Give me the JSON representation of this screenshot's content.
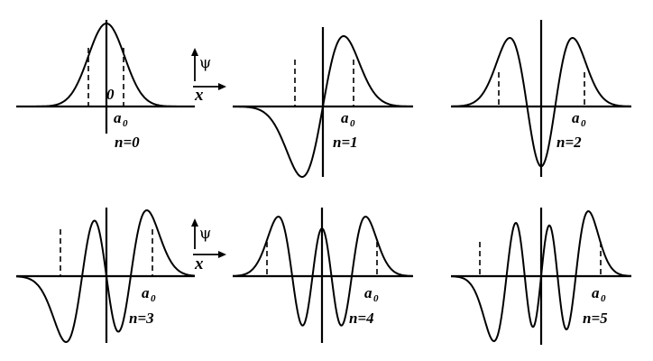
{
  "panels": [
    {
      "n": 0,
      "label": "n=0",
      "a_label": "a",
      "a_sub": "0",
      "origin_label": "0"
    },
    {
      "n": 1,
      "label": "n=1",
      "a_label": "a",
      "a_sub": "0"
    },
    {
      "n": 2,
      "label": "n=2",
      "a_label": "a",
      "a_sub": "0"
    },
    {
      "n": 3,
      "label": "n=3",
      "a_label": "a",
      "a_sub": "0"
    },
    {
      "n": 4,
      "label": "n=4",
      "a_label": "a",
      "a_sub": "0"
    },
    {
      "n": 5,
      "label": "n=5",
      "a_label": "a",
      "a_sub": "0"
    }
  ],
  "axis_keys": [
    {
      "psi": "ψ",
      "x": "x"
    },
    {
      "psi": "ψ",
      "x": "x"
    }
  ]
}
